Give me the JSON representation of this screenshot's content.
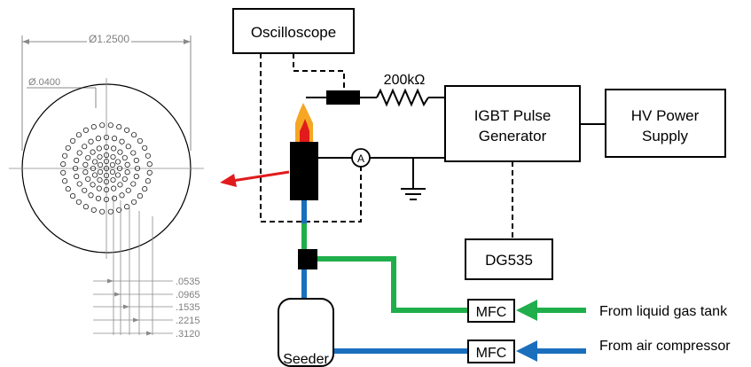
{
  "drawing": {
    "outer_diameter": "Ø1.2500",
    "hole_diameter": "Ø.0400",
    "radii": [
      ".0535",
      ".0965",
      ".1535",
      ".2215",
      ".3120"
    ]
  },
  "blocks": {
    "oscilloscope": "Oscilloscope",
    "igbt_line1": "IGBT Pulse",
    "igbt_line2": "Generator",
    "hv_line1": "HV Power",
    "hv_line2": "Supply",
    "dg535": "DG535",
    "seeder": "Seeder",
    "mfc_top": "MFC",
    "mfc_bottom": "MFC"
  },
  "circuit": {
    "resistor_value": "200kΩ",
    "plus_sign": "+",
    "ammeter": "A"
  },
  "sources": {
    "gas_tank": "From liquid gas tank",
    "air": "From air compressor"
  },
  "colors": {
    "green_line": "#1fae4b",
    "blue_line": "#1a6fbd",
    "red_arrow": "#e11b1b",
    "flame_outer": "#f5a623",
    "flame_inner": "#e11b1b",
    "dim_gray": "#7f7f7f"
  }
}
